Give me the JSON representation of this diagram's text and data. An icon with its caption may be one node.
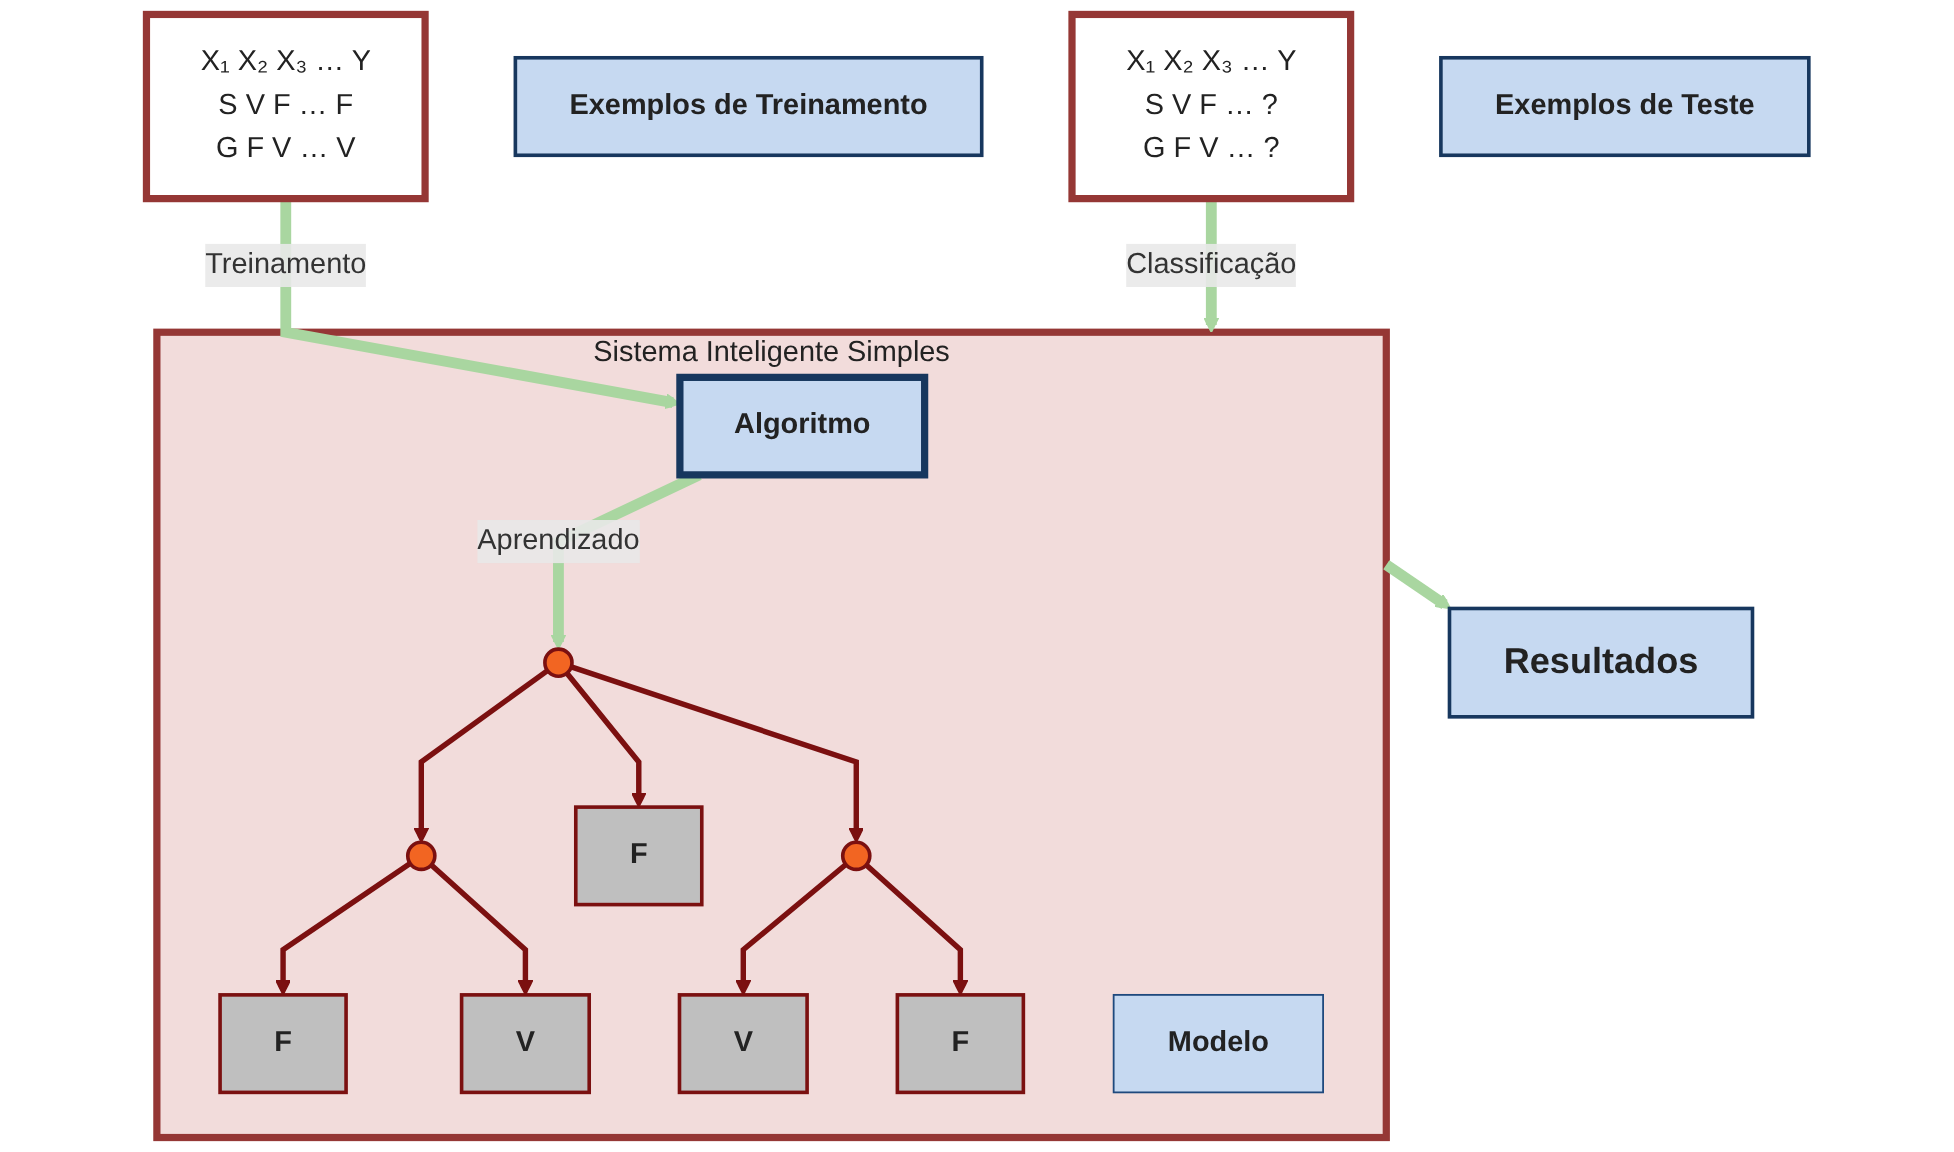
{
  "diagram": {
    "nodes": [
      {
        "text": [
          "Sistema Inteligente Simples"
        ]
      },
      {
        "text": [
          "Algoritmo"
        ],
        "in": 0
      },
      {
        "text": [],
        "shape": "circle",
        "in": 0
      },
      {
        "text": [],
        "shape": "circle",
        "in": 0
      },
      {
        "text": [
          "F"
        ],
        "in": 0
      },
      {
        "text": [],
        "shape": "circle",
        "in": 0
      },
      {
        "text": [
          "F"
        ],
        "in": 0
      },
      {
        "text": [
          "V"
        ],
        "in": 0
      },
      {
        "text": [
          "V"
        ],
        "in": 0
      },
      {
        "text": [
          "F"
        ],
        "in": 0
      },
      {
        "text": [
          "Modelo"
        ],
        "in": 0
      },
      {
        "text": [
          "X₁ X₂ X₃ … Y",
          "S V F … F",
          "G F V … V"
        ]
      },
      {
        "text": [
          "Exemplos de Treinamento"
        ]
      },
      {
        "text": [
          "X₁ X₂ X₃ … Y",
          "S V F … ?",
          "G F V … ?"
        ]
      },
      {
        "text": [
          "Exemplos de Teste"
        ]
      },
      {
        "text": [
          "Resultados"
        ]
      }
    ],
    "edges": [
      {
        "from": 11,
        "to": 1,
        "arrow": "to",
        "label": "Treinamento",
        "style": "thick",
        "color": "#a9d6a0"
      },
      {
        "from": 1,
        "to": 2,
        "arrow": "to",
        "label": "Aprendizado",
        "style": "thick",
        "color": "#a9d6a0"
      },
      {
        "from": 2,
        "to": 3,
        "arrow": "to"
      },
      {
        "from": 2,
        "to": 4,
        "arrow": "to"
      },
      {
        "from": 2,
        "to": 5,
        "arrow": "to"
      },
      {
        "from": 3,
        "to": 6,
        "arrow": "to"
      },
      {
        "from": 3,
        "to": 7,
        "arrow": "to"
      },
      {
        "from": 5,
        "to": 8,
        "arrow": "to"
      },
      {
        "from": 5,
        "to": 9,
        "arrow": "to"
      },
      {
        "from": 13,
        "to": 0,
        "arrow": "to",
        "label": "Classificação",
        "style": "thick",
        "color": "#a9d6a0"
      },
      {
        "from": 0,
        "to": 15,
        "arrow": "to",
        "style": "thick",
        "color": "#a9d6a0"
      }
    ]
  }
}
